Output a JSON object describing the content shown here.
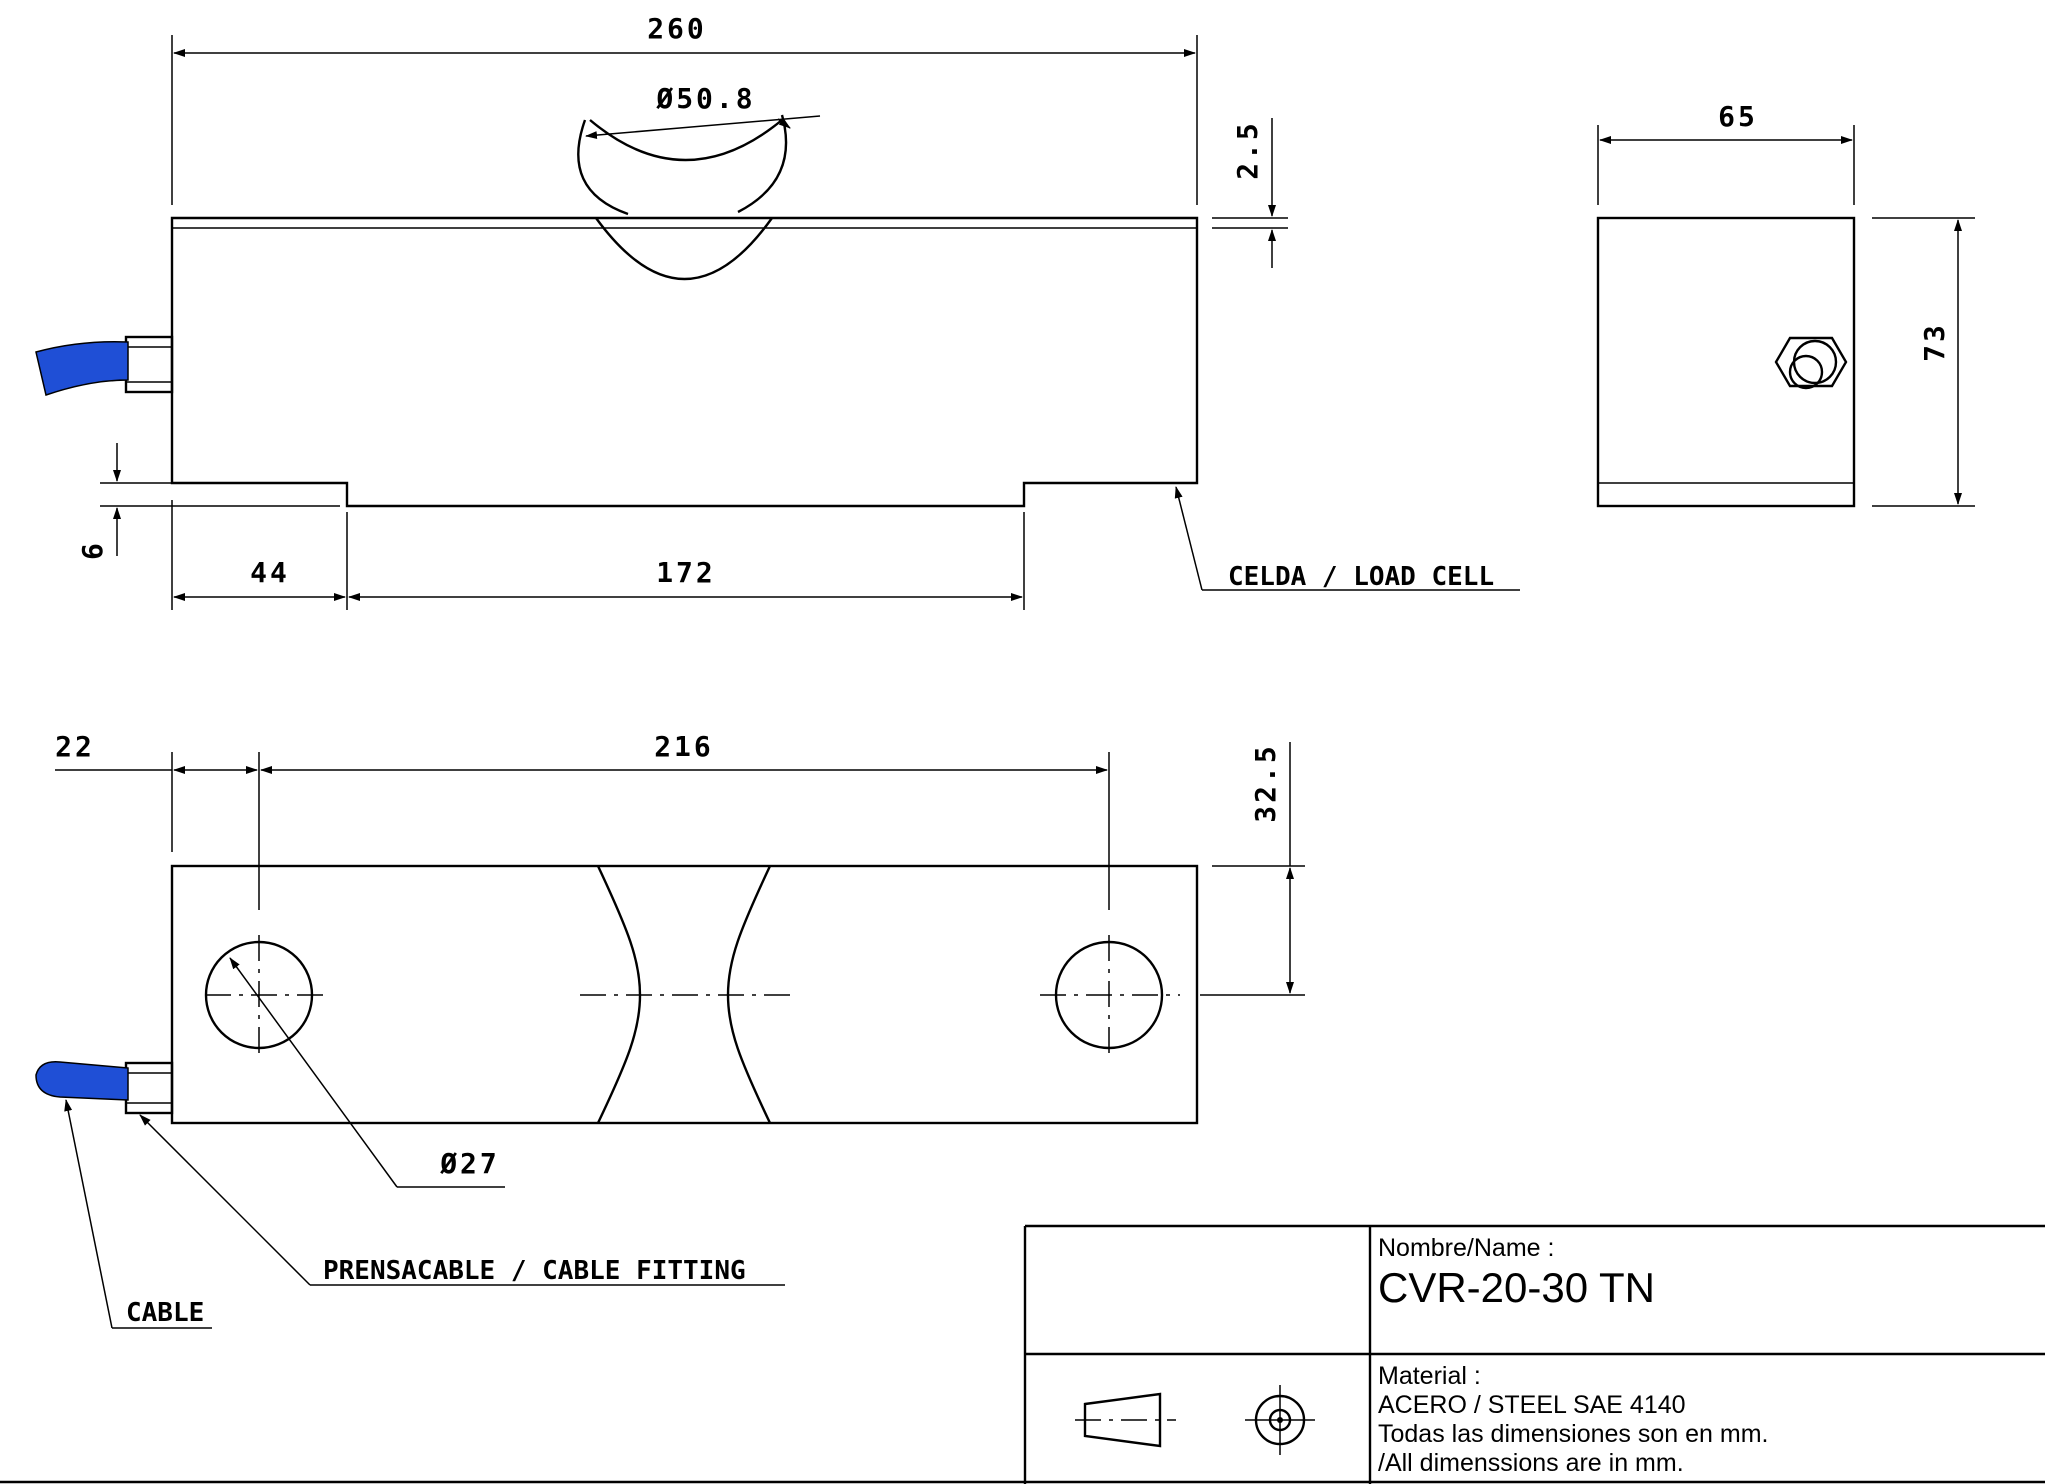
{
  "dimensions": {
    "overall_length": "260",
    "recess_diameter": "Ø50.8",
    "recess_depth": "2.5",
    "width": "65",
    "height": "73",
    "foot_height": "6",
    "foot_length": "44",
    "foot_span": "172",
    "hole_offset": "22",
    "hole_spacing": "216",
    "hole_center_height": "32.5",
    "hole_diameter": "Ø27"
  },
  "labels": {
    "load_cell": "CELDA / LOAD CELL",
    "cable_fitting": "PRENSACABLE / CABLE FITTING",
    "cable": "CABLE"
  },
  "title_block": {
    "name_label": "Nombre/Name :",
    "name_value": "CVR-20-30 TN",
    "material_label": "Material :",
    "material_value": "ACERO / STEEL SAE 4140",
    "note_es": "Todas las dimensiones son en mm.",
    "note_en": "/All dimenssions are in mm."
  },
  "colors": {
    "cable": "#1f4fd6",
    "lines": "#000000"
  }
}
